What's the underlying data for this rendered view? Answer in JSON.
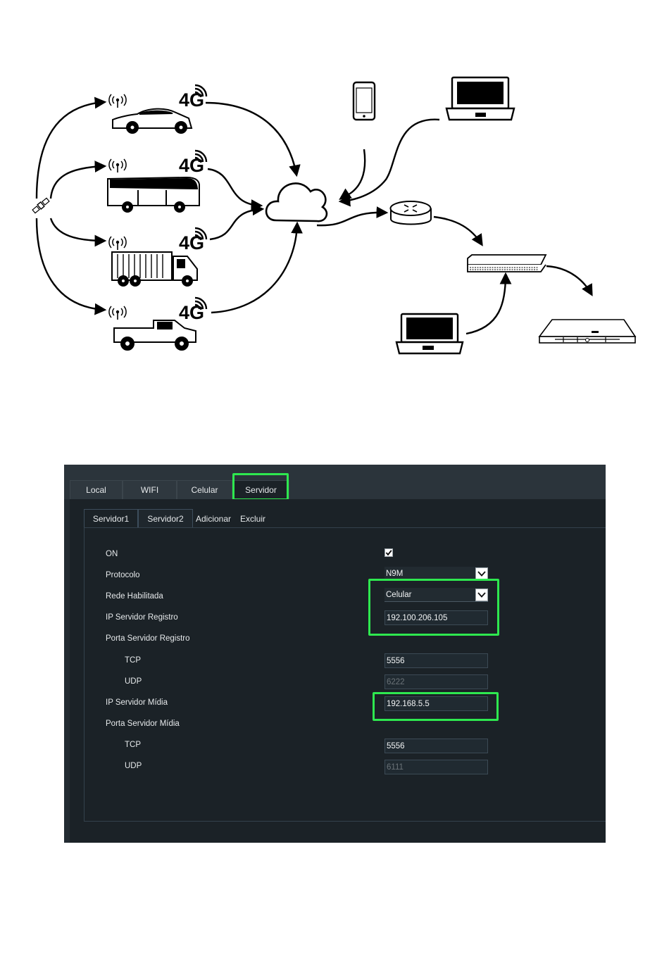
{
  "diagram": {
    "network_label": "4G",
    "vehicles": [
      "car",
      "bus",
      "truck",
      "pickup"
    ],
    "devices": [
      "smartphone",
      "laptop-top",
      "router",
      "switch",
      "laptop-bottom",
      "rack-server"
    ]
  },
  "ui": {
    "tabs": [
      {
        "label": "Local"
      },
      {
        "label": "WIFI"
      },
      {
        "label": "Celular"
      },
      {
        "label": "Servidor",
        "active": true
      }
    ],
    "subtabs": {
      "server1": "Servidor1",
      "server2": "Servidor2",
      "add": "Adicionar",
      "delete": "Excluir"
    },
    "form": {
      "on_label": "ON",
      "on_checked": true,
      "protocol_label": "Protocolo",
      "protocol_value": "N9M",
      "network_label": "Rede Habilitada",
      "network_value": "Celular",
      "reg_ip_label": "IP Servidor Registro",
      "reg_ip_value": "192.100.206.105",
      "reg_port_label": "Porta Servidor Registro",
      "reg_tcp_label": "TCP",
      "reg_tcp_value": "5556",
      "reg_udp_label": "UDP",
      "reg_udp_value": "6222",
      "media_ip_label": "IP Servidor Mídia",
      "media_ip_value": "192.168.5.5",
      "media_port_label": "Porta Servidor Mídia",
      "media_tcp_label": "TCP",
      "media_tcp_value": "5556",
      "media_udp_label": "UDP",
      "media_udp_value": "6111"
    },
    "colors": {
      "highlight": "#2ee84f",
      "panel_bg": "#1b2227",
      "tabbar_bg": "#2b343b"
    }
  }
}
